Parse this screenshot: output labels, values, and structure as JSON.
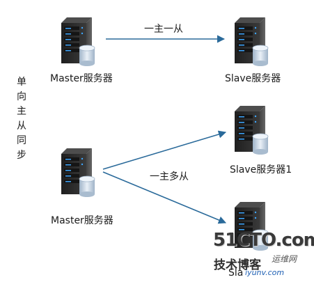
{
  "diagram": {
    "arrows": {
      "one_master_one_slave": "一主一从",
      "one_master_multi_slave": "一主多从"
    },
    "nodes": {
      "master_top": "Master服务器",
      "slave_top": "Slave服务器",
      "master_bottom": "Master服务器",
      "slave_bottom_1": "Slave服务器1",
      "slave_bottom_2": "Sla"
    },
    "side_label": [
      "单",
      "向",
      "主",
      "从",
      "同",
      "步"
    ]
  },
  "watermark": {
    "brand": "51CTO.com",
    "slogan": "技术博客",
    "blog": "运维网",
    "site": "iyunv.com"
  },
  "colors": {
    "arrow": "#2a6a9a",
    "server_body": "#2b2b2b",
    "server_led": "#3ea7ff",
    "db": "#c9d6e4"
  }
}
